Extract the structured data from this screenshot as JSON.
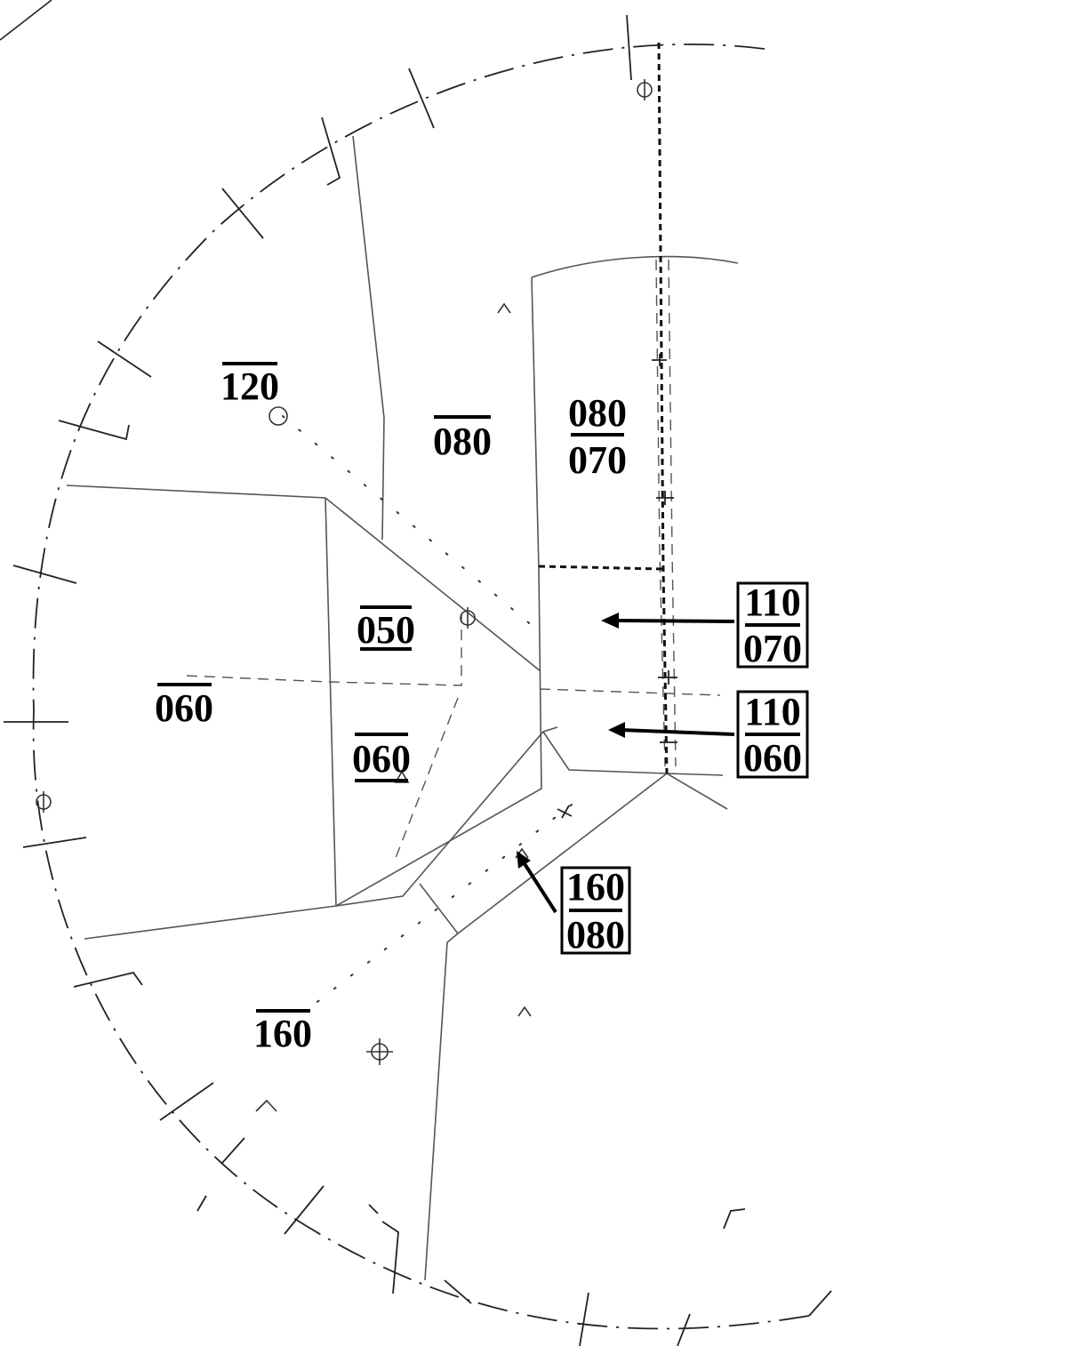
{
  "altitude_labels": {
    "a120": "120",
    "a080": "080",
    "a080_070_top": "080",
    "a080_070_bottom": "070",
    "a050": "050",
    "a060_left": "060",
    "a060_center": "060",
    "a160": "160"
  },
  "callouts": {
    "c110_070": {
      "top": "110",
      "bottom": "070"
    },
    "c110_060": {
      "top": "110",
      "bottom": "060"
    },
    "c160_080": {
      "top": "160",
      "bottom": "080"
    }
  }
}
